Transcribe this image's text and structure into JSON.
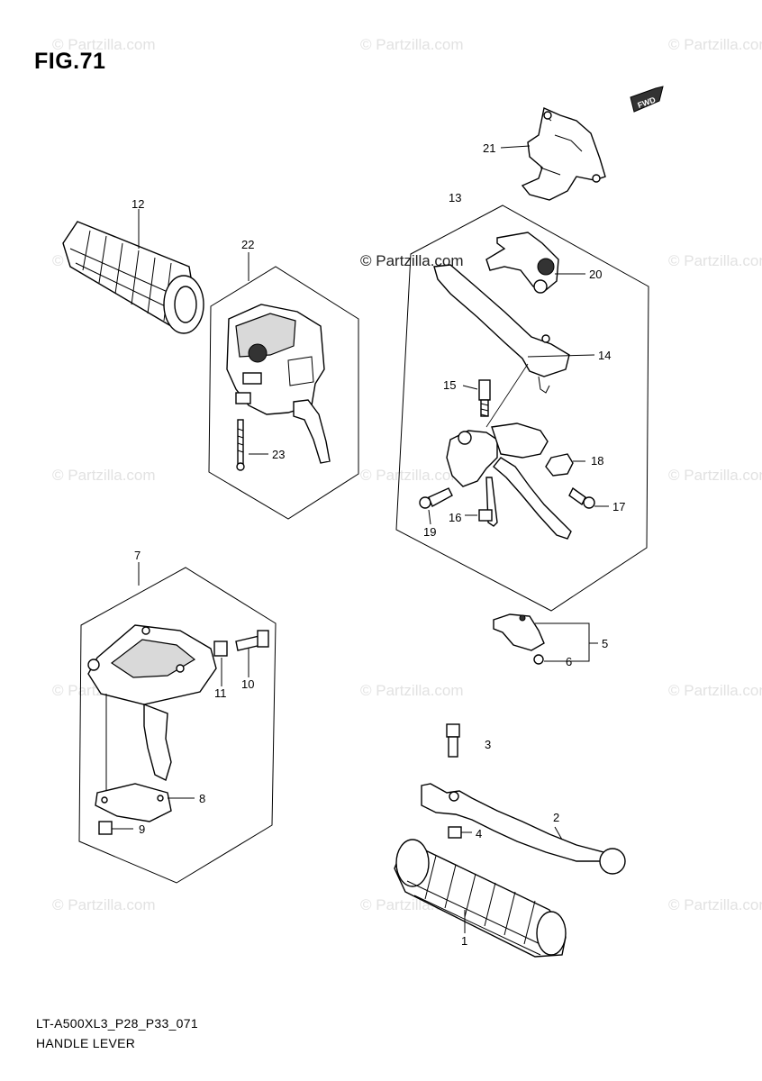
{
  "figure_title": "FIG.71",
  "footer": {
    "code": "LT-A500XL3_P28_P33_071",
    "name": "HANDLE LEVER"
  },
  "watermark": {
    "text": "© Partzilla.com",
    "prominent_text": "© Partzilla.com"
  },
  "fwd_badge": "FWD",
  "callouts": {
    "c1": "1",
    "c2": "2",
    "c3": "3",
    "c4": "4",
    "c5": "5",
    "c6": "6",
    "c7": "7",
    "c8": "8",
    "c9": "9",
    "c10": "10",
    "c11": "11",
    "c12": "12",
    "c13": "13",
    "c14": "14",
    "c15": "15",
    "c16": "16",
    "c17": "17",
    "c18": "18",
    "c19": "19",
    "c20": "20",
    "c21": "21",
    "c22": "22",
    "c23": "23"
  }
}
